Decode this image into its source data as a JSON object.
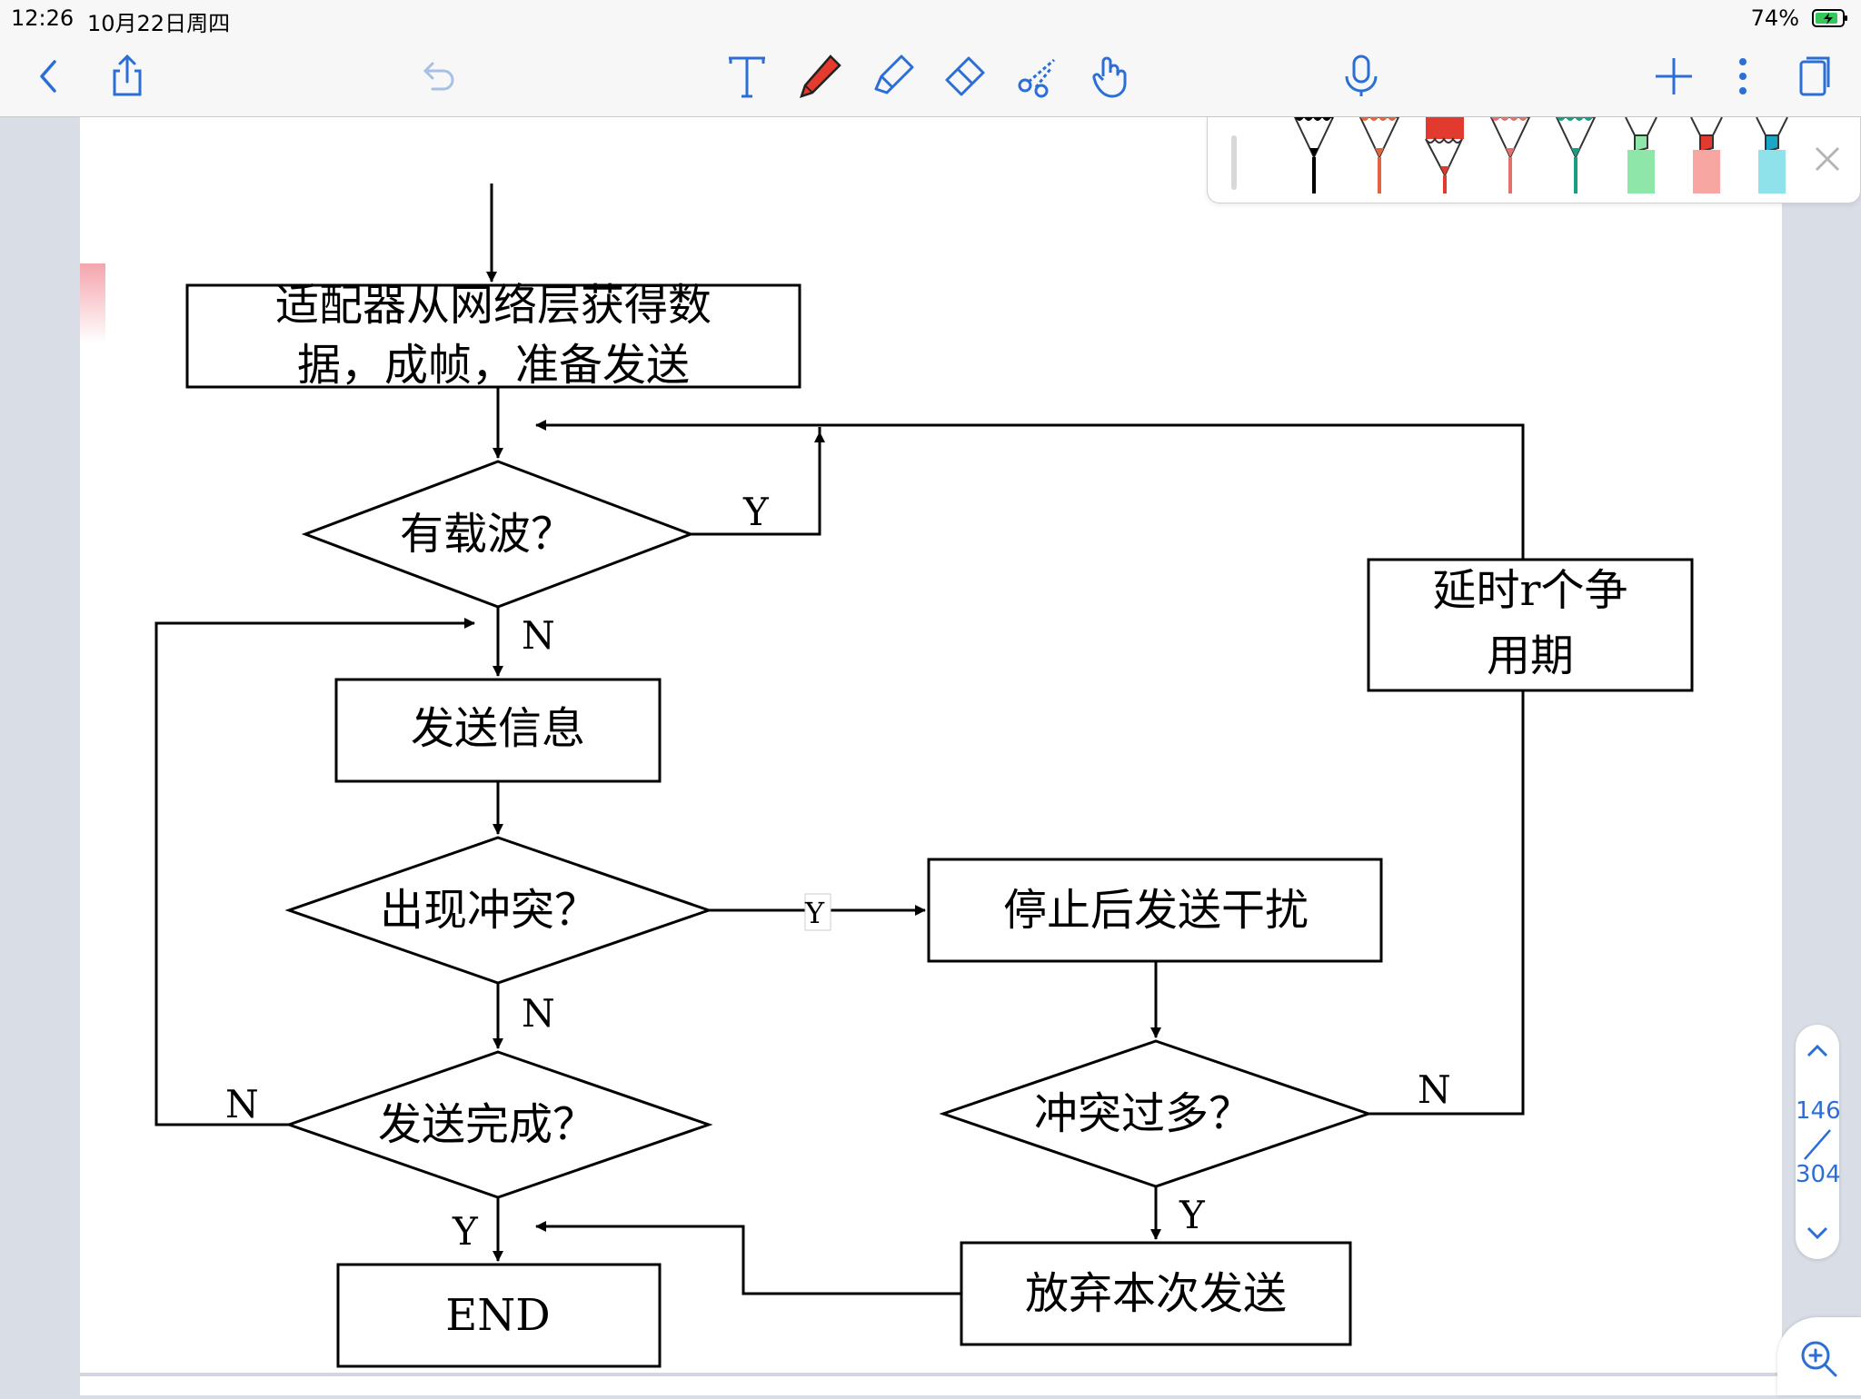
{
  "status": {
    "time": "12:26",
    "date": "10月22日周四",
    "battery": "74%"
  },
  "toolbar": {
    "left": [
      "back-icon",
      "share-icon",
      "undo-icon"
    ],
    "tools": [
      "text-tool-icon",
      "pen-tool-icon",
      "highlighter-icon",
      "eraser-icon",
      "lasso-scissors-icon",
      "hand-pointer-icon"
    ],
    "right": [
      "microphone-icon",
      "add-icon",
      "more-icon",
      "pages-icon"
    ],
    "active_tool_color": "#e63a2e",
    "accent": "#2b6fd6"
  },
  "pen_panel": {
    "pens": [
      {
        "type": "pen",
        "color": "#000000"
      },
      {
        "type": "pen",
        "color": "#e2633e"
      },
      {
        "type": "pen",
        "color": "#e23a2e",
        "selected": true
      },
      {
        "type": "pen",
        "color": "#e2716c"
      },
      {
        "type": "pen",
        "color": "#1a9e82"
      },
      {
        "type": "highlighter",
        "color": "#8ee6a8"
      },
      {
        "type": "highlighter",
        "color": "#f7a6a2"
      },
      {
        "type": "highlighter",
        "color": "#8fe2ea"
      }
    ]
  },
  "flowchart": {
    "start": {
      "line1": "适配器从网络层获得数",
      "line2": "据，成帧，准备发送"
    },
    "carrier": "有载波？",
    "send": "发送信息",
    "collision": "出现冲突？",
    "stop": "停止后发送干扰",
    "too_many": "冲突过多？",
    "delay": {
      "line1": "延时r个争",
      "line2": "用期"
    },
    "done": "发送完成？",
    "abort": "放弃本次发送",
    "end": "END",
    "labels": {
      "carrier_y": "Y",
      "carrier_n": "N",
      "collision_y": "Y",
      "collision_n": "N",
      "done_n": "N",
      "done_y": "Y",
      "too_many_n": "N",
      "too_many_y": "Y"
    }
  },
  "page_nav": {
    "current": "146",
    "total": "304"
  }
}
